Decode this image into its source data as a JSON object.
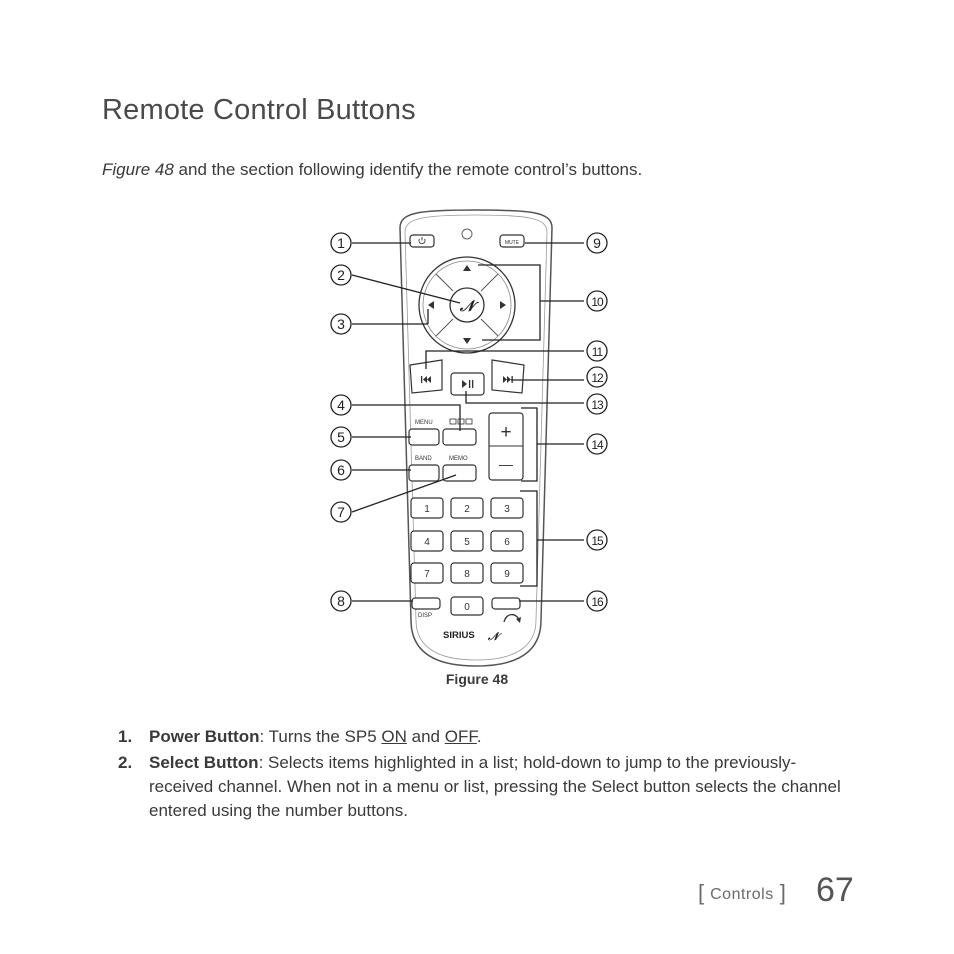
{
  "page": {
    "heading": "Remote Control Buttons",
    "intro_ref": "Figure 48",
    "intro_rest": " and the section following identify the remote control’s buttons.",
    "figure_caption": "Figure 48",
    "footer": {
      "bracket_open": "[",
      "section": "Controls",
      "bracket_close": "]",
      "page_number": "67"
    }
  },
  "remote": {
    "labels": {
      "mute": "MUTE",
      "menu": "MENU",
      "band": "BAND",
      "memo": "MEMO",
      "disp": "DISP",
      "plus": "+",
      "minus": "—",
      "brand": "SIRIUS"
    },
    "number_keys": [
      "1",
      "2",
      "3",
      "4",
      "5",
      "6",
      "7",
      "8",
      "9",
      "0"
    ],
    "callouts": [
      "1",
      "2",
      "3",
      "4",
      "5",
      "6",
      "7",
      "8",
      "9",
      "10",
      "11",
      "12",
      "13",
      "14",
      "15",
      "16"
    ]
  },
  "list": [
    {
      "num": "1.",
      "term": "Power Button",
      "seg1": ": Turns the SP5 ",
      "u1": "ON",
      "seg2": " and ",
      "u2": "OFF",
      "seg3": "."
    },
    {
      "num": "2.",
      "term": "Select Button",
      "text": ": Selects items highlighted in a list; hold-down to jump to the previously-received channel. When not in a menu or list, pressing the Select button selects the channel entered using the number buttons."
    }
  ]
}
